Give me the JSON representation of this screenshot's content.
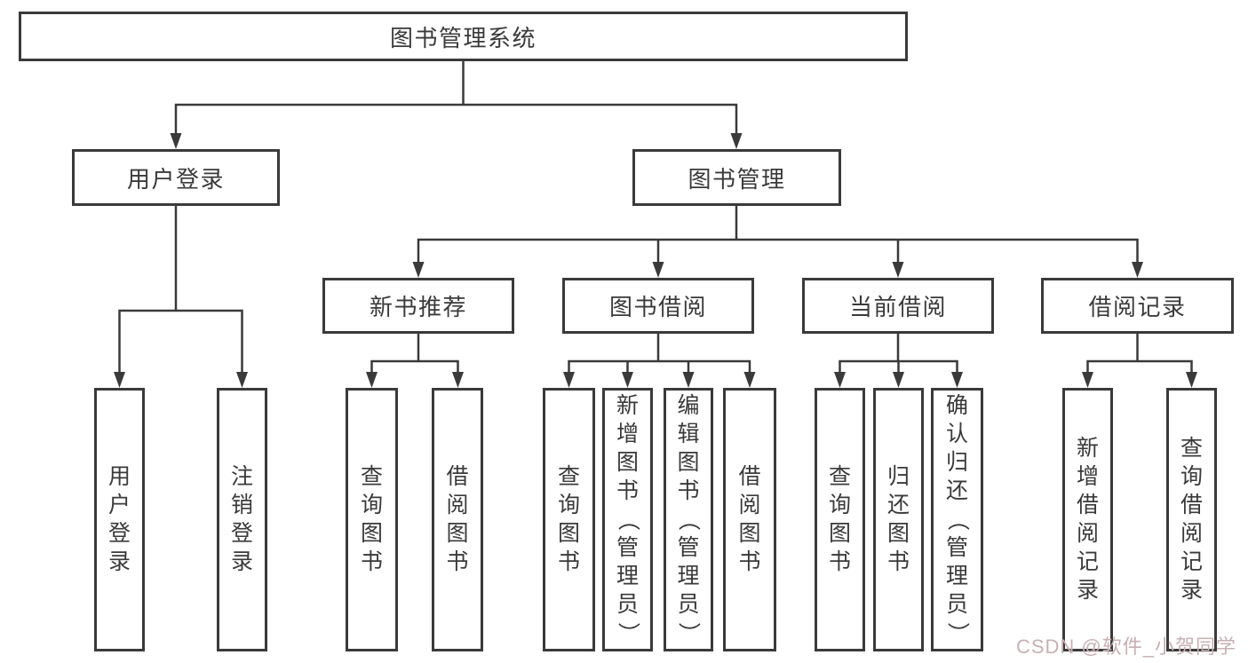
{
  "tree": {
    "root": "图书管理系统",
    "branches": [
      {
        "label": "用户登录",
        "children": [
          "用户登录",
          "注销登录"
        ]
      },
      {
        "label": "图书管理",
        "groups": [
          {
            "label": "新书推荐",
            "children": [
              "查询图书",
              "借阅图书"
            ]
          },
          {
            "label": "图书借阅",
            "children": [
              "查询图书",
              "新增图书（管理员）",
              "编辑图书（管理员）",
              "借阅图书"
            ]
          },
          {
            "label": "当前借阅",
            "children": [
              "查询图书",
              "归还图书",
              "确认归还（管理员）"
            ]
          },
          {
            "label": "借阅记录",
            "children": [
              "新增借阅记录",
              "查询借阅记录"
            ]
          }
        ]
      }
    ]
  },
  "watermark": "CSDN @软件_小贺同学",
  "colors": {
    "line": "#3a3a3a",
    "box_border": "#3a3a3a",
    "background": "#ffffff",
    "watermark": "#c9b0b2"
  }
}
